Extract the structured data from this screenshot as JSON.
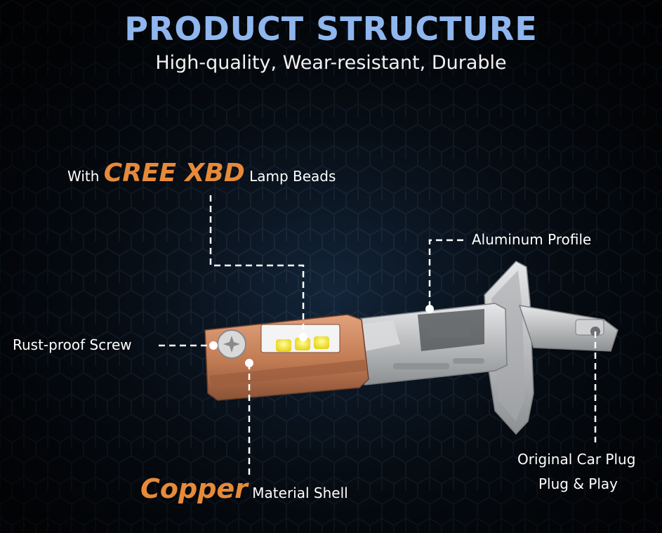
{
  "header": {
    "title": "PRODUCT STRUCTURE",
    "subtitle": "High-quality, Wear-resistant, Durable"
  },
  "labels": {
    "lamp_beads": {
      "prefix": "With",
      "highlight": "CREE XBD",
      "suffix": "Lamp Beads"
    },
    "aluminum": "Aluminum Profile",
    "screw": "Rust-proof Screw",
    "copper": {
      "highlight": "Copper",
      "suffix": "Material Shell"
    },
    "plug_line1": "Original Car Plug",
    "plug_line2": "Plug & Play"
  },
  "colors": {
    "title": "#8fb6ee",
    "accent": "#e68a3a",
    "copper": "#c07a52",
    "silver": "#c9cbcc"
  }
}
